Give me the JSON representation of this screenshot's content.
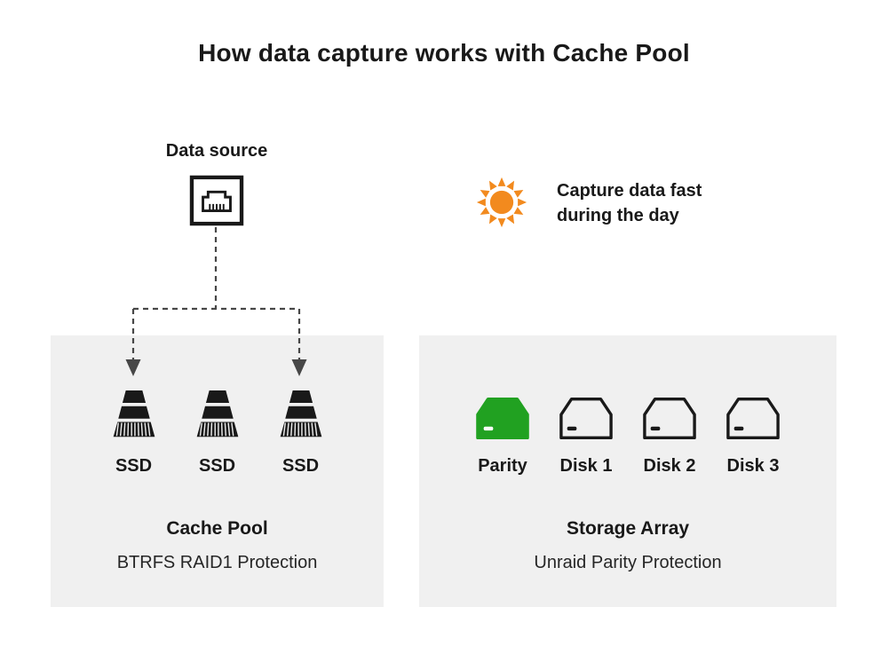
{
  "title": "How data capture works with Cache Pool",
  "colors": {
    "background": "#ffffff",
    "panel_background": "#f0f0f0",
    "ink": "#191919",
    "sun_orange": "#f28a1e",
    "parity_green": "#21a121",
    "connector_gray": "#474747"
  },
  "flow": {
    "source_label": "Data source",
    "source_icon": "ethernet-port-icon",
    "connector": "dashed-split-down-arrows"
  },
  "annotation": {
    "icon": "sun-icon",
    "text_line1": "Capture data fast",
    "text_line2": "during the day"
  },
  "cache_pool": {
    "title": "Cache Pool",
    "subtitle": "BTRFS RAID1 Protection",
    "drives": [
      {
        "label": "SSD",
        "icon": "ssd-icon"
      },
      {
        "label": "SSD",
        "icon": "ssd-icon"
      },
      {
        "label": "SSD",
        "icon": "ssd-icon"
      }
    ]
  },
  "storage_array": {
    "title": "Storage Array",
    "subtitle": "Unraid Parity Protection",
    "drives": [
      {
        "label": "Parity",
        "icon": "parity-disk-icon",
        "color": "#21a121"
      },
      {
        "label": "Disk 1",
        "icon": "disk-icon"
      },
      {
        "label": "Disk 2",
        "icon": "disk-icon"
      },
      {
        "label": "Disk 3",
        "icon": "disk-icon"
      }
    ]
  }
}
